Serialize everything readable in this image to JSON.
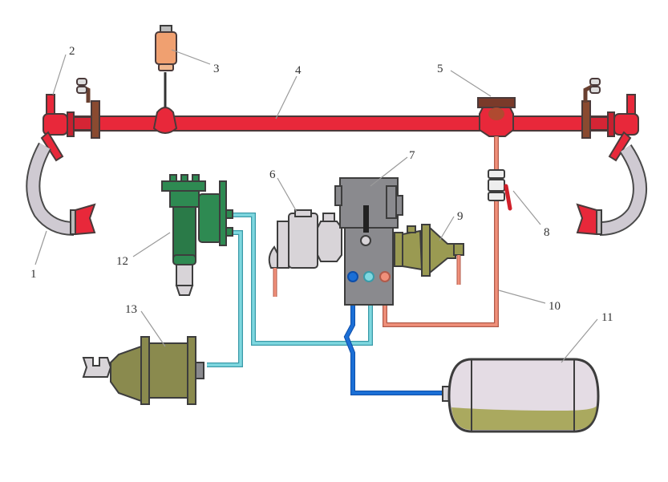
{
  "diagram": {
    "title": "",
    "colors": {
      "brake_pipe": "#e8283a",
      "brake_pipe_dark": "#b5131f",
      "hose": "#cfcad2",
      "reservoir3": "#f0a070",
      "valve_body": "#d8d4d8",
      "control_valve": "#8a8a8e",
      "valve_olive": "#9a9a52",
      "green_valve": "#2e8a52",
      "pipe_cyan": "#7fd8e0",
      "pipe_blue": "#1b6fd6",
      "pipe_salmon": "#f0907a",
      "tank": "#e4dce4",
      "tank_fluid": "#a0a048",
      "cylinder": "#8a8a4e"
    },
    "labels": [
      {
        "id": "1",
        "text": "1",
        "component": "brake-hose"
      },
      {
        "id": "2",
        "text": "2",
        "component": "angle-cock"
      },
      {
        "id": "3",
        "text": "3",
        "component": "dust-collector-reservoir"
      },
      {
        "id": "4",
        "text": "4",
        "component": "brake-pipe"
      },
      {
        "id": "5",
        "text": "5",
        "component": "tee-fitting"
      },
      {
        "id": "6",
        "text": "6",
        "component": "main-valve"
      },
      {
        "id": "7",
        "text": "7",
        "component": "intermediate-body"
      },
      {
        "id": "8",
        "text": "8",
        "component": "cut-out-cock"
      },
      {
        "id": "9",
        "text": "9",
        "component": "emergency-valve"
      },
      {
        "id": "10",
        "text": "10",
        "component": "branch-pipe"
      },
      {
        "id": "11",
        "text": "11",
        "component": "auxiliary-reservoir"
      },
      {
        "id": "12",
        "text": "12",
        "component": "relay-valve"
      },
      {
        "id": "13",
        "text": "13",
        "component": "brake-cylinder"
      }
    ]
  }
}
